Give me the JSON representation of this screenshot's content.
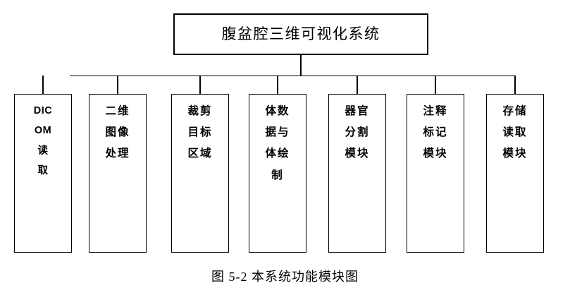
{
  "diagram": {
    "root": {
      "label": "腹盆腔三维可视化系统"
    },
    "modules": [
      {
        "id": "dicom-read",
        "label": "DICOM读取",
        "lines": [
          "DIC",
          "OM",
          "读",
          "取"
        ],
        "latin": true
      },
      {
        "id": "2d-image-process",
        "label": "二维图像处理",
        "lines": [
          "二维",
          "图像",
          "处理"
        ],
        "latin": false
      },
      {
        "id": "crop-target-region",
        "label": "裁剪目标区域",
        "lines": [
          "裁剪",
          "目标",
          "区域"
        ],
        "latin": false
      },
      {
        "id": "volume-render",
        "label": "体数据与体绘制",
        "lines": [
          "体数",
          "据与",
          "体绘",
          "制"
        ],
        "latin": false
      },
      {
        "id": "organ-segmentation",
        "label": "器官分割模块",
        "lines": [
          "器官",
          "分割",
          "模块"
        ],
        "latin": false
      },
      {
        "id": "annotation-marking",
        "label": "注释标记模块",
        "lines": [
          "注释",
          "标记",
          "模块"
        ],
        "latin": false
      },
      {
        "id": "storage-readwrite",
        "label": "存储读取模块",
        "lines": [
          "存储",
          "读取",
          "模块"
        ],
        "latin": false
      }
    ],
    "caption": "图 5-2 本系统功能模块图",
    "colors": {
      "stroke": "#000000",
      "background": "#ffffff",
      "text": "#000000"
    }
  }
}
